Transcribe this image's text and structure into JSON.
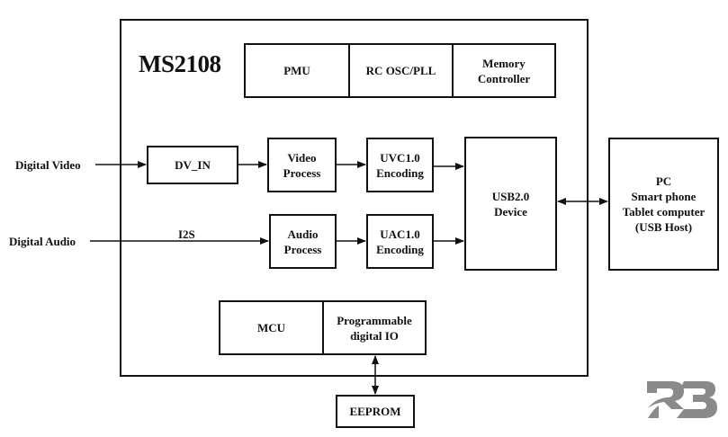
{
  "chip": {
    "title": "MS2108"
  },
  "top_blocks": {
    "pmu": "PMU",
    "osc": "RC OSC/PLL",
    "memory": "Memory\nController"
  },
  "inputs": {
    "video": "Digital Video",
    "audio": "Digital Audio",
    "i2s": "I2S"
  },
  "video_path": {
    "dv_in": "DV_IN",
    "process": "Video\nProcess",
    "encoding": "UVC1.0\nEncoding"
  },
  "audio_path": {
    "process": "Audio\nProcess",
    "encoding": "UAC1.0\nEncoding"
  },
  "usb": {
    "device": "USB2.0\nDevice"
  },
  "host": {
    "label": "PC\nSmart phone\nTablet computer\n(USB Host)"
  },
  "bottom_blocks": {
    "mcu": "MCU",
    "gpio": "Programmable\ndigital IO",
    "eeprom": "EEPROM"
  },
  "watermark": {
    "text": "RB",
    "color": "#8a8a8a"
  }
}
